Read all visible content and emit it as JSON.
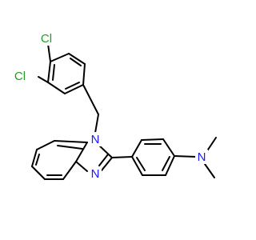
{
  "atoms": {
    "cl_top": {
      "text": "Cl",
      "color": "#1fa01f"
    },
    "cl_mid": {
      "text": "Cl",
      "color": "#1fa01f"
    },
    "n1": {
      "text": "N",
      "color": "#1919ff"
    },
    "n3": {
      "text": "N",
      "color": "#1919ff"
    },
    "n_amine": {
      "text": "N",
      "color": "#1919ff"
    }
  },
  "colors": {
    "bond": "#000000",
    "background": "#ffffff"
  }
}
